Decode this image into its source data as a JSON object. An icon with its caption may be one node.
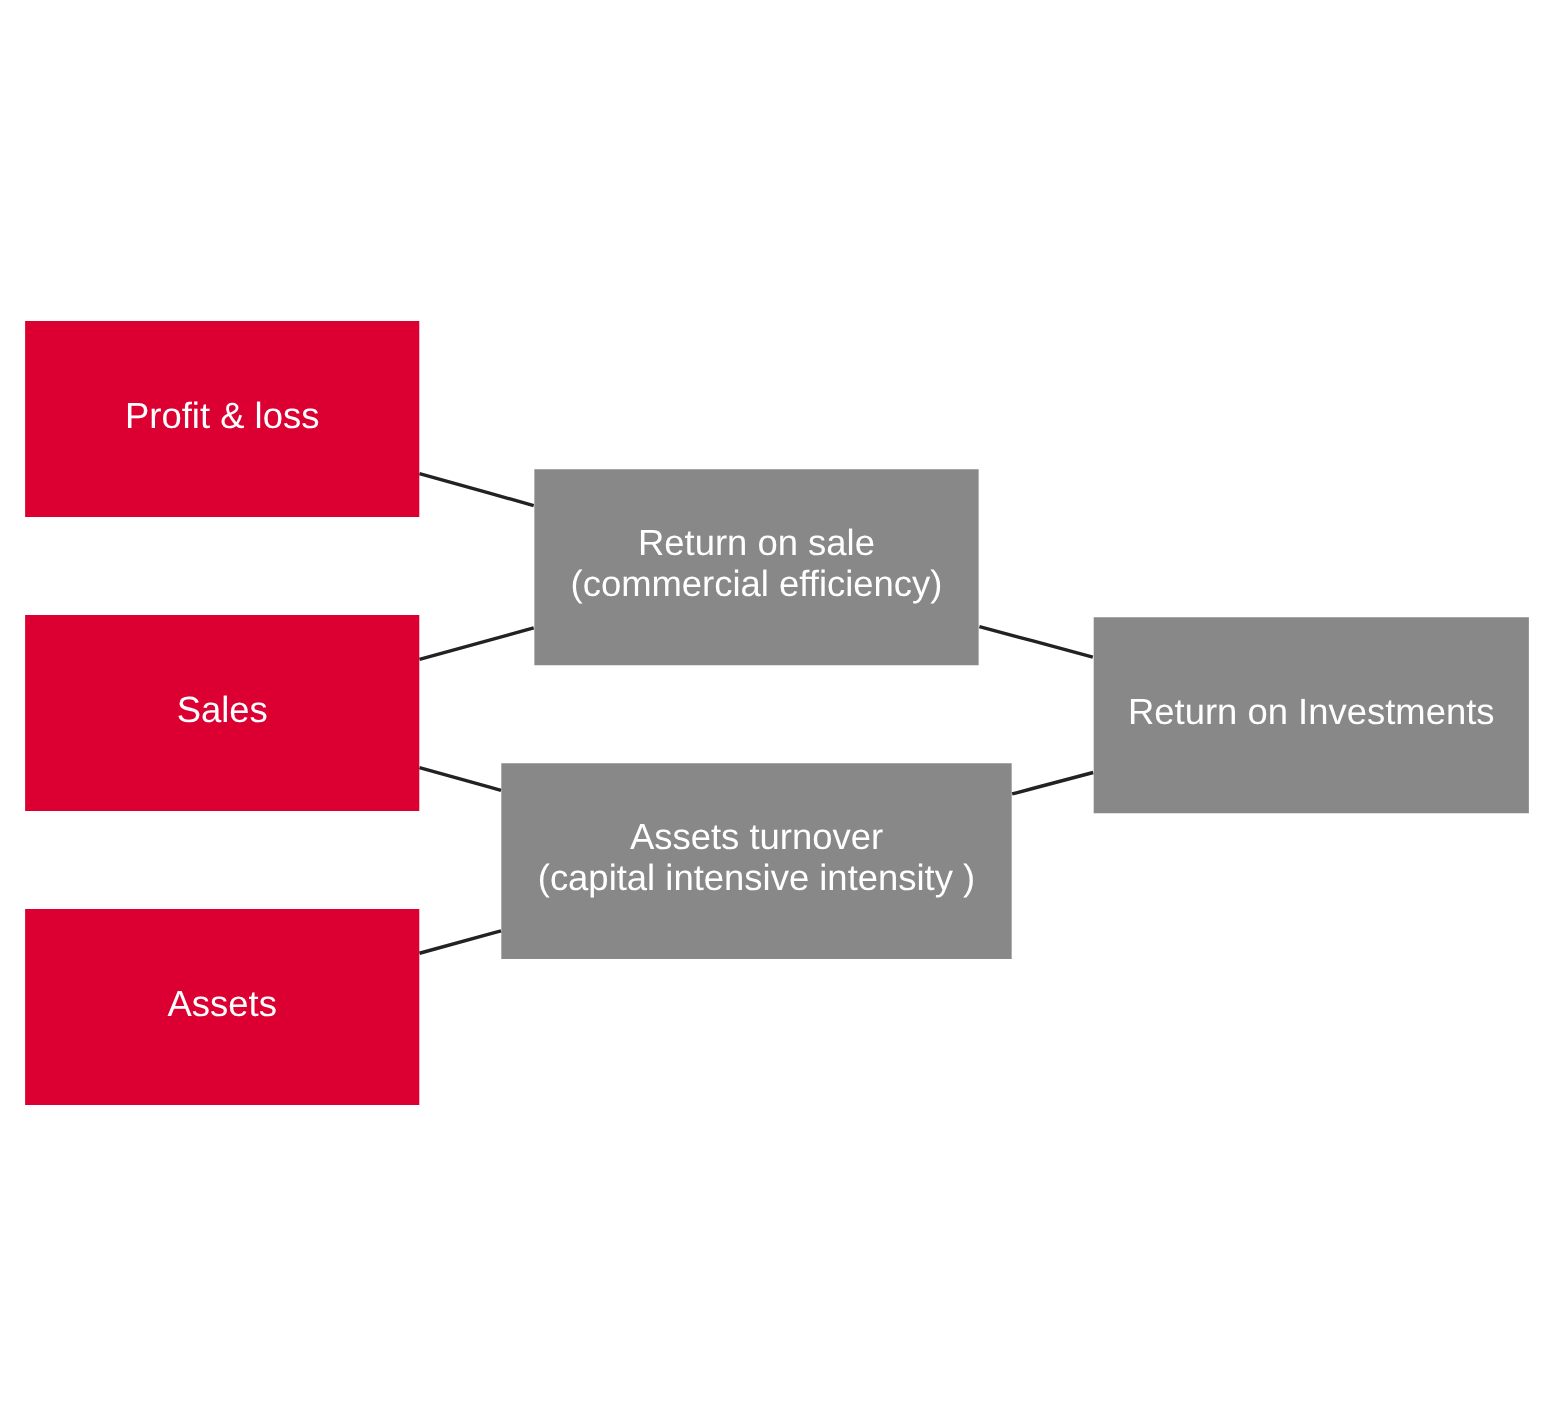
{
  "diagram": {
    "nodes": [
      {
        "text": [
          "Profit & loss"
        ]
      },
      {
        "text": [
          "Sales"
        ]
      },
      {
        "text": [
          "Assets"
        ]
      },
      {
        "text": [
          "Return on sale",
          "(commercial efficiency)"
        ]
      },
      {
        "text": [
          "Assets turnover",
          "(capital intensive intensity )"
        ]
      },
      {
        "text": [
          "Return on Investments"
        ]
      }
    ],
    "edges": [
      {
        "from": 0,
        "to": 3,
        "arrow": "none"
      },
      {
        "from": 1,
        "to": 3,
        "arrow": "none"
      },
      {
        "from": 1,
        "to": 4,
        "arrow": "none"
      },
      {
        "from": 2,
        "to": 4,
        "arrow": "none"
      },
      {
        "from": 3,
        "to": 5,
        "arrow": "none"
      },
      {
        "from": 4,
        "to": 5,
        "arrow": "none"
      }
    ]
  }
}
